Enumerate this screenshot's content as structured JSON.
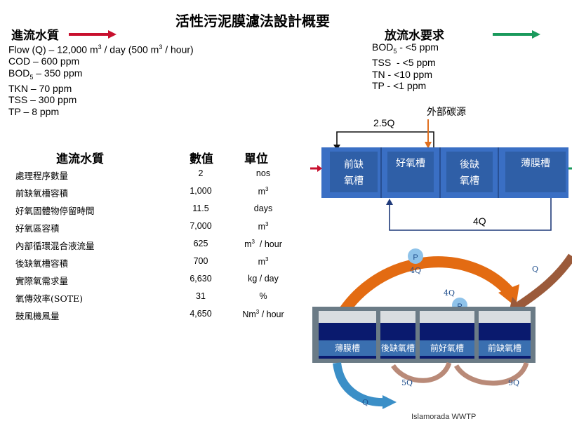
{
  "title": "活性污泥膜濾法設計概要",
  "influent": {
    "heading": "進流水質",
    "lines": [
      "Flow (Q) – 12,000 m³ / day (500 m³ / hour)",
      "COD – 600 ppm",
      "BOD₅ – 350 ppm",
      "TKN – 70 ppm",
      "TSS – 300 ppm",
      "TP – 8 ppm"
    ]
  },
  "effluent": {
    "heading": "放流水要求",
    "lines": [
      "BOD₅ - <5 ppm",
      "TSS  - <5 ppm",
      "TN - <10 ppm",
      "TP - <1 ppm"
    ]
  },
  "table": {
    "headers": [
      "進流水質",
      "數值",
      "單位"
    ],
    "rows": [
      {
        "label": "處理程序數量",
        "value": "2",
        "unit": "nos"
      },
      {
        "label": "前缺氧槽容積",
        "value": "1,000",
        "unit": "m³"
      },
      {
        "label": "好氧固體物停留時間",
        "value": "11.5",
        "unit": "days"
      },
      {
        "label": "好氧區容積",
        "value": "7,000",
        "unit": "m³"
      },
      {
        "label": "內部循環混合液流量",
        "value": "625",
        "unit": "m³  / hour"
      },
      {
        "label": "後缺氧槽容積",
        "value": "700",
        "unit": "m³"
      },
      {
        "label": "實際氧需求量",
        "value": "6,630",
        "unit": "kg / day"
      },
      {
        "label": "氧傳效率(SOTE)",
        "value": "31",
        "unit": "%"
      },
      {
        "label": "鼓風機風量",
        "value": "4,650",
        "unit": "Nm³ / hour"
      }
    ]
  },
  "process_diagram": {
    "external_carbon": "外部碳源",
    "recycle_top": "2.5Q",
    "recycle_bottom": "4Q",
    "tanks": [
      "前缺\n氧槽",
      "好氧槽",
      "後缺\n氧槽",
      "薄膜槽"
    ]
  },
  "plant_diagram": {
    "pump_label": "P",
    "flows": [
      "4Q",
      "Q",
      "4Q",
      "5Q",
      "9Q",
      "Q"
    ],
    "tanks": [
      "薄膜槽",
      "後缺氧槽",
      "前好氧槽",
      "前缺氧槽"
    ],
    "caption": "Islamorada WWTP"
  },
  "colors": {
    "influent_arrow": "#c8102e",
    "effluent_arrow": "#1a9a5c",
    "tank_blue": "#3a6fc4",
    "tank_inner": "#2f5fa7",
    "carbon_arrow": "#e07020",
    "recycle_line": "#1f3a7a"
  }
}
